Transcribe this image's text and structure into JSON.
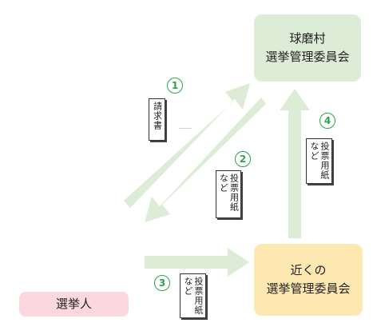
{
  "boxes": {
    "top": {
      "line1": "球磨村",
      "line2": "選挙管理委員会"
    },
    "bottom": {
      "line1": "近くの",
      "line2": "選挙管理委員会"
    },
    "voter": {
      "label": "選挙人"
    }
  },
  "steps": [
    {
      "number": "1",
      "tag_main": "請求書",
      "tag_sub": ""
    },
    {
      "number": "2",
      "tag_main": "投票用紙",
      "tag_sub": "など"
    },
    {
      "number": "3",
      "tag_main": "投票用紙",
      "tag_sub": "など"
    },
    {
      "number": "4",
      "tag_main": "投票用紙",
      "tag_sub": "など"
    }
  ],
  "colors": {
    "arrow": "#dcecd6",
    "top_box": "#dcecd6",
    "bottom_box": "#fde8b2",
    "voter_box": "#fbd8df",
    "step_number": "#2aa44a"
  }
}
